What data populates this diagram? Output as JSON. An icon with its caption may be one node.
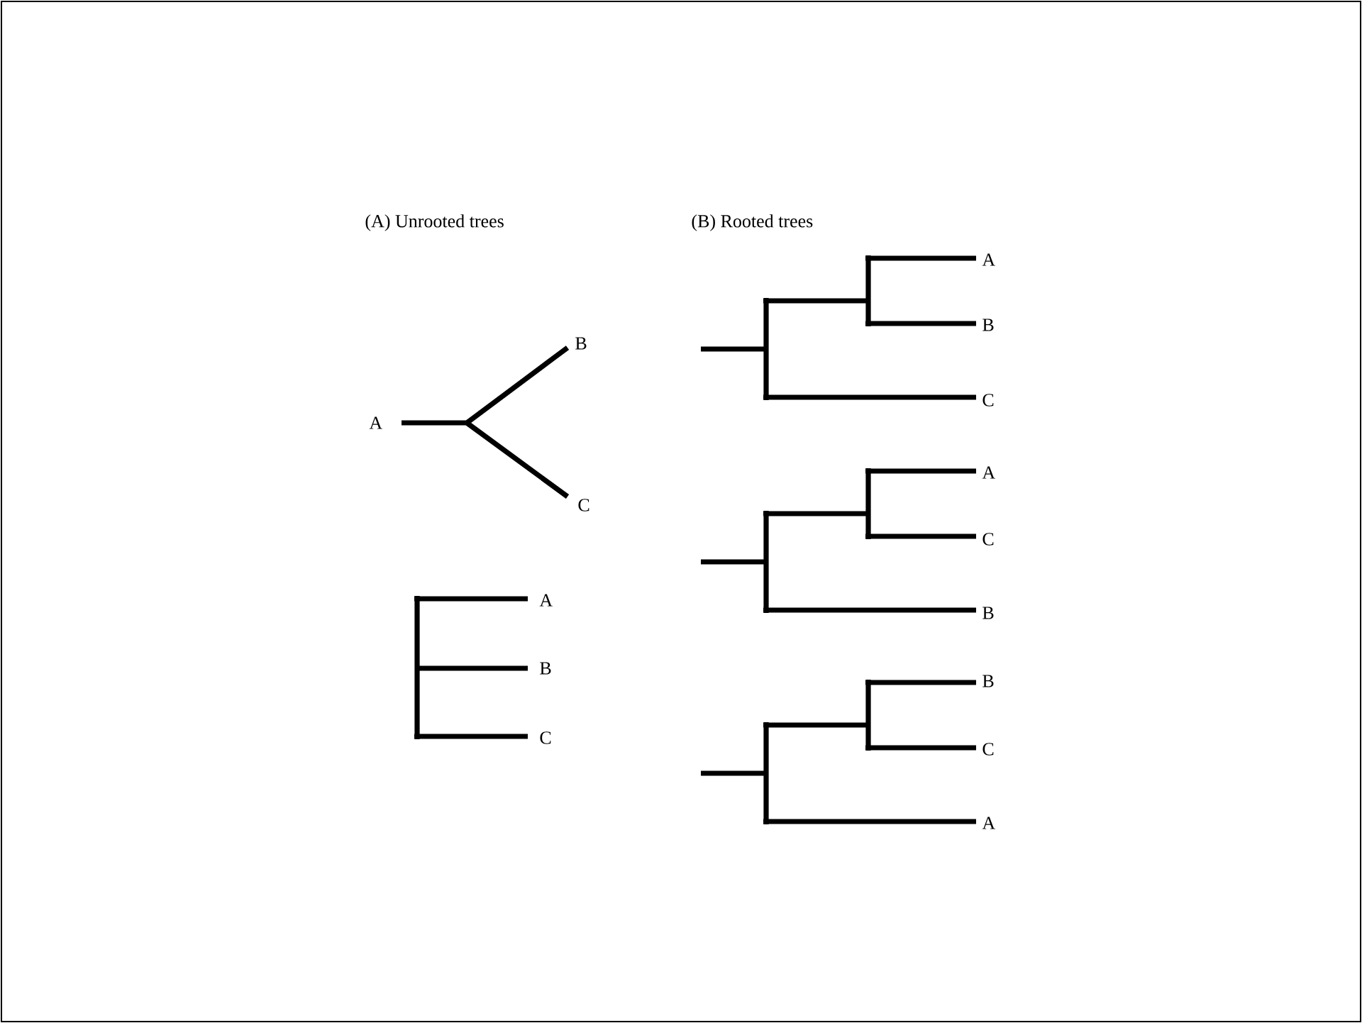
{
  "diagram": {
    "labels": [
      "(A) Unrooted trees",
      "B",
      "A",
      "C",
      "A",
      "B",
      "C",
      "(B) Rooted trees",
      "A",
      "B",
      "C",
      "A",
      "C",
      "B",
      "B",
      "C",
      "A"
    ]
  }
}
